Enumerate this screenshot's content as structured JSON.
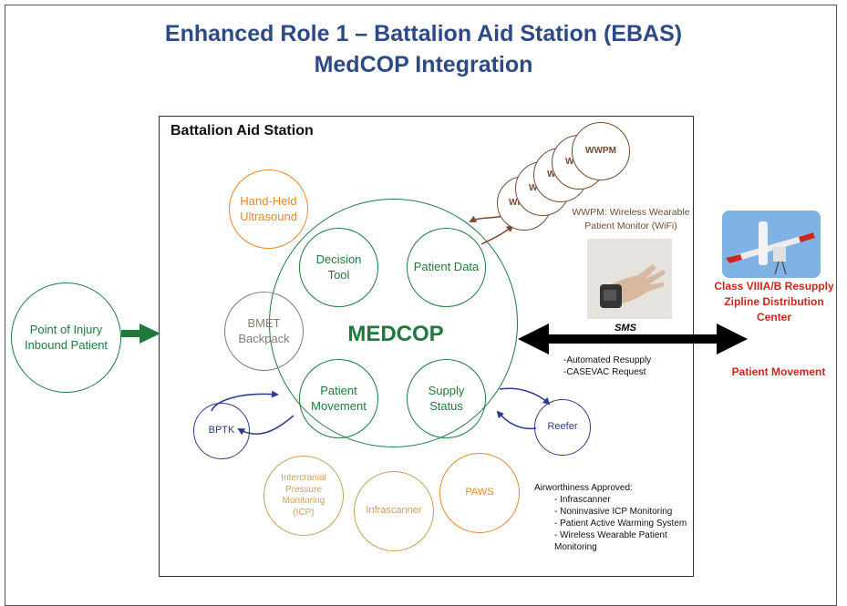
{
  "title_line1": "Enhanced Role 1 – Battalion Aid Station (EBAS)",
  "title_line2": "MedCOP Integration",
  "bas_label": "Battalion Aid Station",
  "medcop": "MEDCOP",
  "nodes": {
    "decision_tool": "Decision Tool",
    "patient_data": "Patient Data",
    "patient_movement": "Patient Movement",
    "supply_status": "Supply Status",
    "hand_held": "Hand-Held Ultrasound",
    "bmet": "BMET Backpack",
    "bptk": "BPTK",
    "reefer": "Reefer",
    "icp": "Intercranial Pressure Monitoring (ICP)",
    "infrascanner": "Infrascanner",
    "paws": "PAWS",
    "poi": "Point of Injury Inbound Patient",
    "wwpm_stack": [
      "WI",
      "WW",
      "WW",
      "WW",
      "WWPM"
    ]
  },
  "wwpm_caption": "WWPM: Wireless Wearable Patient Monitor (WiFi)",
  "sms": "SMS",
  "sms_items": [
    "-Automated Resupply",
    "-CASEVAC Request"
  ],
  "zipline": "Class VIIIA/B Resupply Zipline Distribution Center",
  "patient_movement_right": "Patient Movement",
  "airworthiness": {
    "heading": "Airworthiness Approved:",
    "items": [
      "- Infrascanner",
      "- Noninvasive ICP Monitoring",
      "- Patient Active Warming System",
      "- Wireless Wearable Patient Monitoring"
    ]
  },
  "colors": {
    "green": "#1f7a3d",
    "navy": "#2e4a86",
    "brown": "#7a4a32",
    "orange": "#e8882b",
    "tan": "#c9a05a",
    "taupe": "#8a7a6f",
    "blue": "#2d3a8c",
    "red": "#c8281e"
  }
}
